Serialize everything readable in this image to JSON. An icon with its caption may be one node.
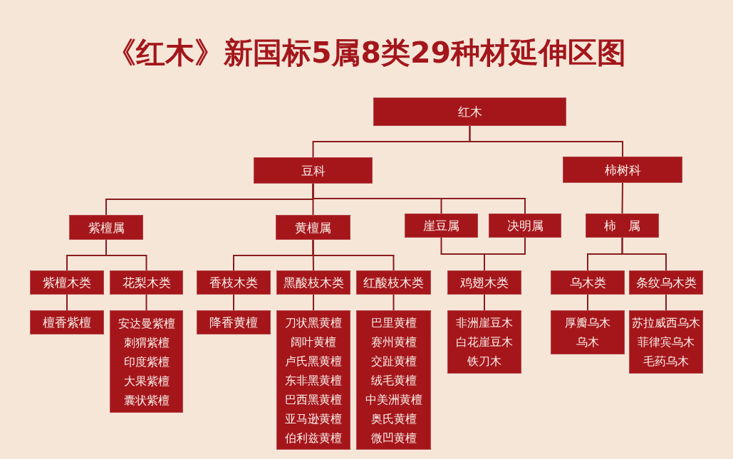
{
  "diagram": {
    "title": "《红木》新国标5属8类29种材延伸区图",
    "nodes": [
      {
        "text": [
          "红木"
        ]
      },
      {
        "text": [
          "豆科"
        ]
      },
      {
        "text": [
          "柿树科"
        ]
      },
      {
        "text": [
          "紫檀属"
        ]
      },
      {
        "text": [
          "黄檀属"
        ]
      },
      {
        "text": [
          "崖豆属"
        ]
      },
      {
        "text": [
          "决明属"
        ]
      },
      {
        "text": [
          "柿　属"
        ]
      },
      {
        "text": [
          "紫檀木类"
        ]
      },
      {
        "text": [
          "花梨木类"
        ]
      },
      {
        "text": [
          "香枝木类"
        ]
      },
      {
        "text": [
          "黑酸枝木类"
        ]
      },
      {
        "text": [
          "红酸枝木类"
        ]
      },
      {
        "text": [
          "鸡翅木类"
        ]
      },
      {
        "text": [
          "乌木类"
        ]
      },
      {
        "text": [
          "条纹乌木类"
        ]
      },
      {
        "text": [
          "檀香紫檀"
        ]
      },
      {
        "text": [
          "安达曼紫檀",
          "刺猬紫檀",
          "印度紫檀",
          "大果紫檀",
          "囊状紫檀"
        ]
      },
      {
        "text": [
          "降香黄檀"
        ]
      },
      {
        "text": [
          "刀状黑黄檀",
          "阔叶黄檀",
          "卢氏黑黄檀",
          "东非黑黄檀",
          "巴西黑黄檀",
          "亚马逊黄檀",
          "伯利兹黄檀"
        ]
      },
      {
        "text": [
          "巴里黄檀",
          "赛州黄檀",
          "交趾黄檀",
          "绒毛黄檀",
          "中美洲黄檀",
          "奥氏黄檀",
          "微凹黄檀"
        ]
      },
      {
        "text": [
          "非洲崖豆木",
          "白花崖豆木",
          "铁刀木"
        ]
      },
      {
        "text": [
          "厚瓣乌木",
          "乌木"
        ]
      },
      {
        "text": [
          "苏拉威西乌木",
          "菲律宾乌木",
          "毛药乌木"
        ]
      }
    ],
    "edges": [
      {
        "from": 0,
        "to": 1,
        "arrow": "none"
      },
      {
        "from": 0,
        "to": 2,
        "arrow": "none"
      },
      {
        "from": 1,
        "to": 3,
        "arrow": "none"
      },
      {
        "from": 1,
        "to": 4,
        "arrow": "none"
      },
      {
        "from": 1,
        "to": 5,
        "arrow": "none"
      },
      {
        "from": 1,
        "to": 6,
        "arrow": "none"
      },
      {
        "from": 2,
        "to": 7,
        "arrow": "none"
      },
      {
        "from": 3,
        "to": 8,
        "arrow": "none"
      },
      {
        "from": 3,
        "to": 9,
        "arrow": "none"
      },
      {
        "from": 4,
        "to": 10,
        "arrow": "none"
      },
      {
        "from": 4,
        "to": 11,
        "arrow": "none"
      },
      {
        "from": 4,
        "to": 12,
        "arrow": "none"
      },
      {
        "from": 5,
        "to": 13,
        "arrow": "none"
      },
      {
        "from": 6,
        "to": 13,
        "arrow": "none"
      },
      {
        "from": 7,
        "to": 14,
        "arrow": "none"
      },
      {
        "from": 7,
        "to": 15,
        "arrow": "none"
      },
      {
        "from": 8,
        "to": 16,
        "arrow": "none"
      },
      {
        "from": 9,
        "to": 17,
        "arrow": "none"
      },
      {
        "from": 10,
        "to": 18,
        "arrow": "none"
      },
      {
        "from": 11,
        "to": 19,
        "arrow": "none"
      },
      {
        "from": 12,
        "to": 20,
        "arrow": "none"
      },
      {
        "from": 13,
        "to": 21,
        "arrow": "none"
      },
      {
        "from": 14,
        "to": 22,
        "arrow": "none"
      },
      {
        "from": 15,
        "to": 23,
        "arrow": "none"
      }
    ]
  }
}
